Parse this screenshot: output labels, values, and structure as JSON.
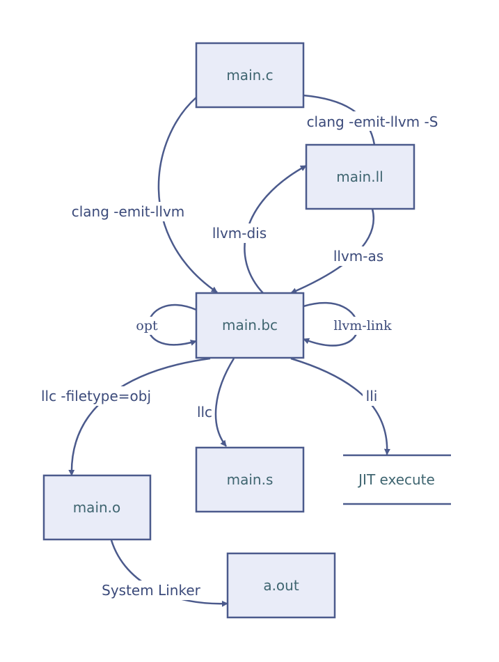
{
  "nodes": {
    "main_c": "main.c",
    "main_ll": "main.ll",
    "main_bc": "main.bc",
    "main_s": "main.s",
    "main_o": "main.o",
    "a_out": "a.out",
    "jit": "JIT execute"
  },
  "edges": {
    "c_to_ll": "clang -emit-llvm -S",
    "c_to_bc": "clang -emit-llvm",
    "bc_to_ll": "llvm-dis",
    "ll_to_bc": "llvm-as",
    "bc_self_left": "opt",
    "bc_self_right": "llvm-link",
    "bc_to_o": "llc -filetype=obj",
    "bc_to_s": "llc",
    "bc_to_jit": "lli",
    "o_to_out": "System Linker"
  },
  "colors": {
    "node_fill": "#e9ecf8",
    "node_stroke": "#4b5a8c",
    "node_text": "#3f6570",
    "edge_text": "#3b4a7a"
  }
}
